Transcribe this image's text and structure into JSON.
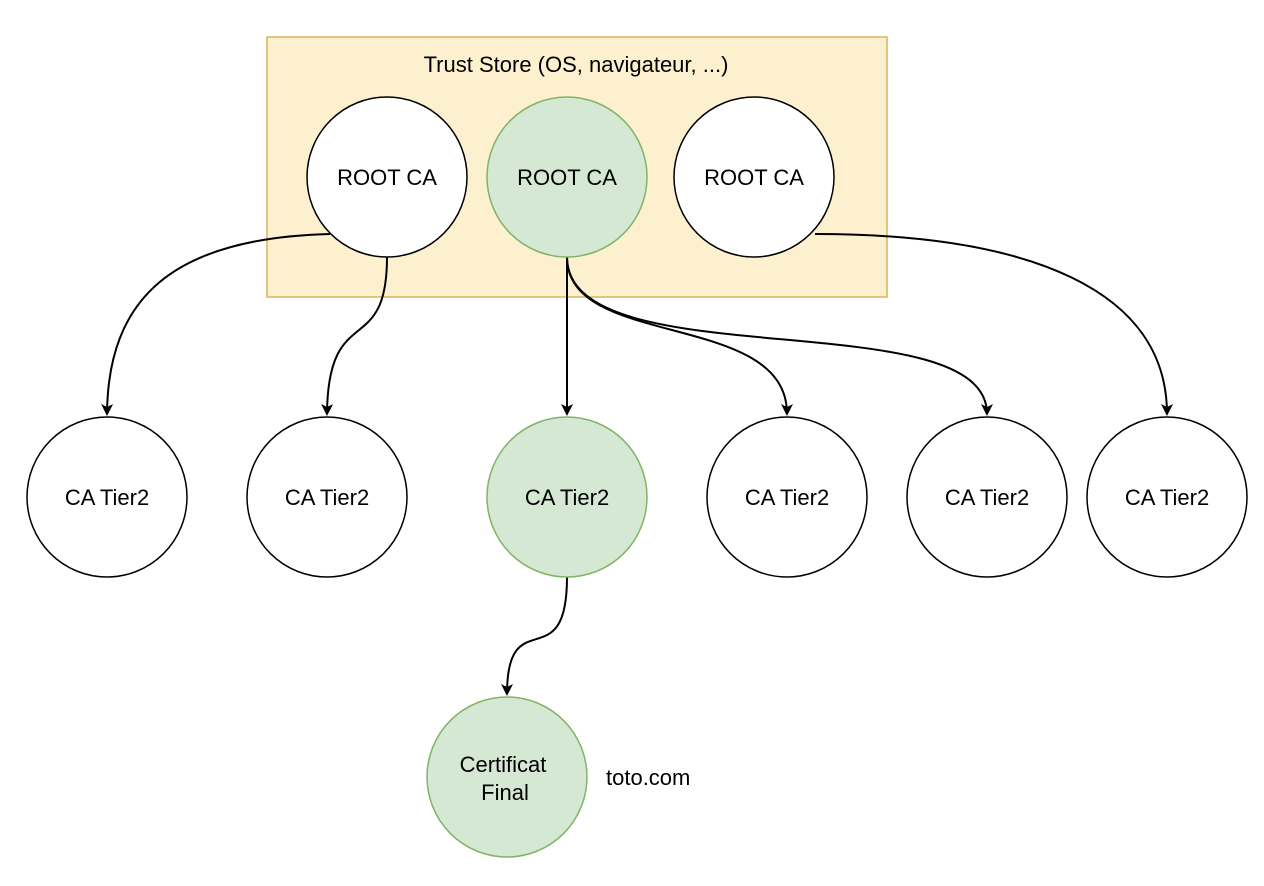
{
  "colors": {
    "trust_store_fill": "#fcf0cf",
    "trust_store_border": "#d6b656",
    "highlight_fill": "#d5e8d4",
    "highlight_border": "#82b366",
    "node_fill": "#ffffff",
    "node_border": "#000000",
    "edge": "#000000"
  },
  "trust_store": {
    "title": "Trust Store (OS, navigateur, ...)"
  },
  "roots": [
    {
      "label": "ROOT CA",
      "highlighted": false
    },
    {
      "label": "ROOT CA",
      "highlighted": true
    },
    {
      "label": "ROOT CA",
      "highlighted": false
    }
  ],
  "tier2": [
    {
      "label": "CA Tier2",
      "highlighted": false
    },
    {
      "label": "CA Tier2",
      "highlighted": false
    },
    {
      "label": "CA Tier2",
      "highlighted": true
    },
    {
      "label": "CA Tier2",
      "highlighted": false
    },
    {
      "label": "CA Tier2",
      "highlighted": false
    },
    {
      "label": "CA Tier2",
      "highlighted": false
    }
  ],
  "final_cert": {
    "label_line1": "Certificat",
    "label_line2": "Final",
    "highlighted": true,
    "domain": "toto.com"
  },
  "edges": [
    {
      "from": "root-1",
      "to": "tier2-1"
    },
    {
      "from": "root-1",
      "to": "tier2-2"
    },
    {
      "from": "root-2",
      "to": "tier2-3"
    },
    {
      "from": "root-2",
      "to": "tier2-4"
    },
    {
      "from": "root-2",
      "to": "tier2-5"
    },
    {
      "from": "root-3",
      "to": "tier2-6"
    },
    {
      "from": "tier2-3",
      "to": "final-cert"
    }
  ]
}
